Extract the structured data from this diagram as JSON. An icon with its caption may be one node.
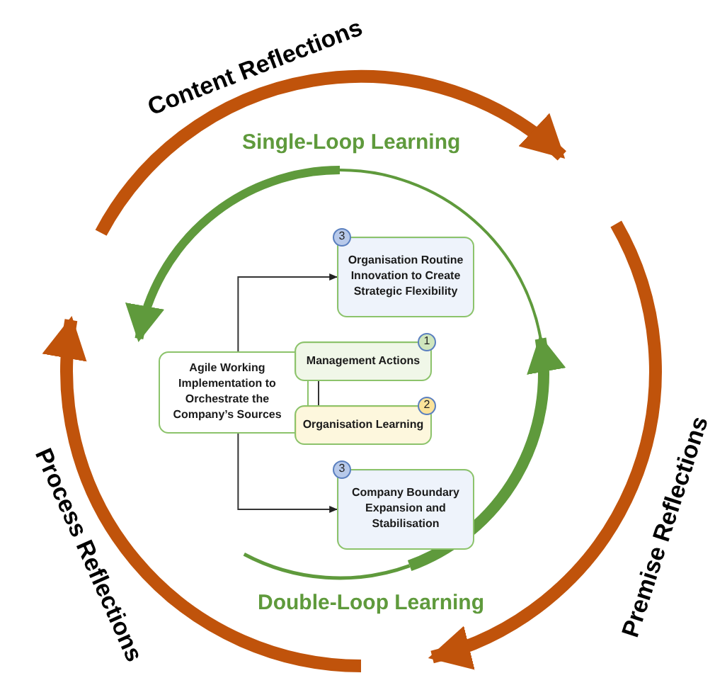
{
  "diagram": {
    "nodes": [
      {
        "text": [
          "Agile Working Implementation to Orchestrate the Company’s Sources"
        ]
      },
      {
        "text": [
          "Organisation Routine Innovation to Create Strategic Flexibility"
        ],
        "beside": [
          "3"
        ]
      },
      {
        "text": [
          "Management Actions"
        ],
        "beside": [
          "1"
        ]
      },
      {
        "text": [
          "Organisation Learning"
        ],
        "beside": [
          "2"
        ]
      },
      {
        "text": [
          "Company Boundary Expansion and Stabilisation"
        ],
        "beside": [
          "3"
        ]
      }
    ],
    "edges": [
      {
        "from": 0,
        "to": 1,
        "arrow": "to"
      },
      {
        "from": 0,
        "to": 4,
        "arrow": "to"
      },
      {
        "from": 2,
        "to": 3,
        "arrow": "none"
      }
    ],
    "labels": [
      "Content Reflections",
      "Single-Loop Learning",
      "Premise Reflections",
      "Process Reflections",
      "Double-Loop Learning"
    ]
  }
}
